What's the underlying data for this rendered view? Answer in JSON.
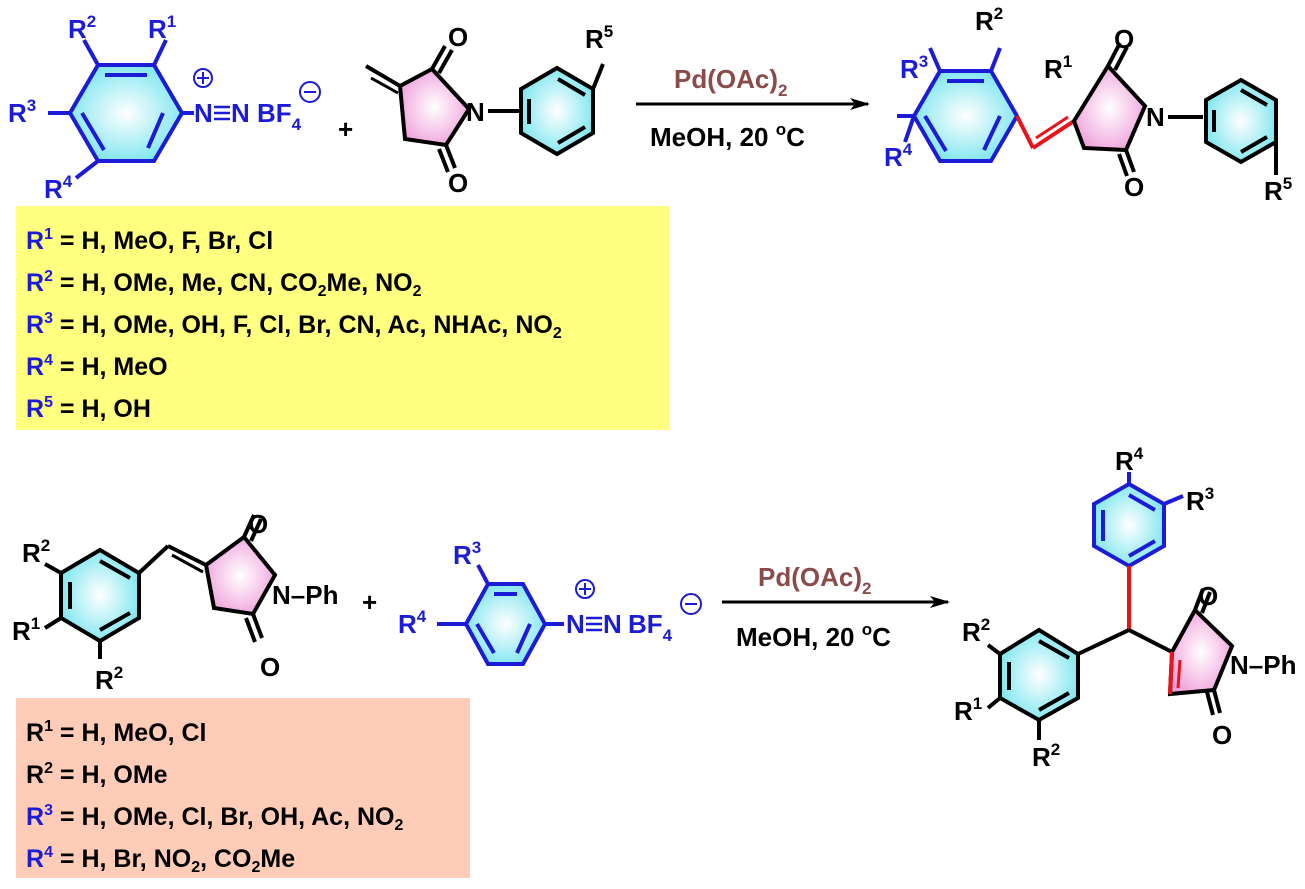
{
  "scheme1": {
    "reagent": "Pd(OAc)",
    "reagent_sub": "2",
    "conditions": "MeOH, 20 ",
    "conditions_deg": "o",
    "conditions_unit": "C",
    "plus": "+",
    "diazonium": {
      "n1": "N",
      "n2": "N",
      "bf": "BF",
      "bf_sub": "4"
    },
    "atoms": {
      "O": "O",
      "N": "N",
      "R": "R"
    },
    "substituents": [
      {
        "r": "R",
        "n": "1",
        "text": " = H, MeO, F,  Br,  Cl"
      },
      {
        "r": "R",
        "n": "2",
        "text": " = H, OMe, Me, CN, CO",
        "sub": "2",
        "tail": "Me, NO",
        "sub2": "2"
      },
      {
        "r": "R",
        "n": "3",
        "text": " = H, OMe, OH, F, Cl, Br, CN, Ac, NHAc, NO",
        "sub": "2"
      },
      {
        "r": "R",
        "n": "4",
        "text": " = H, MeO"
      },
      {
        "r": "R",
        "n": "5",
        "text": " = H, OH"
      }
    ]
  },
  "scheme2": {
    "reagent": "Pd(OAc)",
    "reagent_sub": "2",
    "conditions": "MeOH, 20 ",
    "conditions_deg": "o",
    "conditions_unit": "C",
    "plus": "+",
    "nph": "N–Ph",
    "substituents": [
      {
        "r": "R",
        "n": "1",
        "text": " = H, MeO, Cl"
      },
      {
        "r": "R",
        "n": "2",
        "text": " = H, OMe"
      },
      {
        "r": "R",
        "n": "3",
        "text": " = H, OMe, Cl, Br, OH, Ac, NO",
        "sub": "2"
      },
      {
        "r": "R",
        "n": "4",
        "text": " = H, Br, NO",
        "sub": "2",
        "tail": ", CO",
        "sub2": "2",
        "tail2": "Me"
      }
    ]
  },
  "colors": {
    "blue": "#1c1cd6",
    "red": "#e8141c",
    "reagent": "#8b4b4b",
    "ring_cyan": "#7fe8f0",
    "ring_pink": "#f3a6e0",
    "box1": "#ffff80",
    "box2": "#ffccb8"
  }
}
